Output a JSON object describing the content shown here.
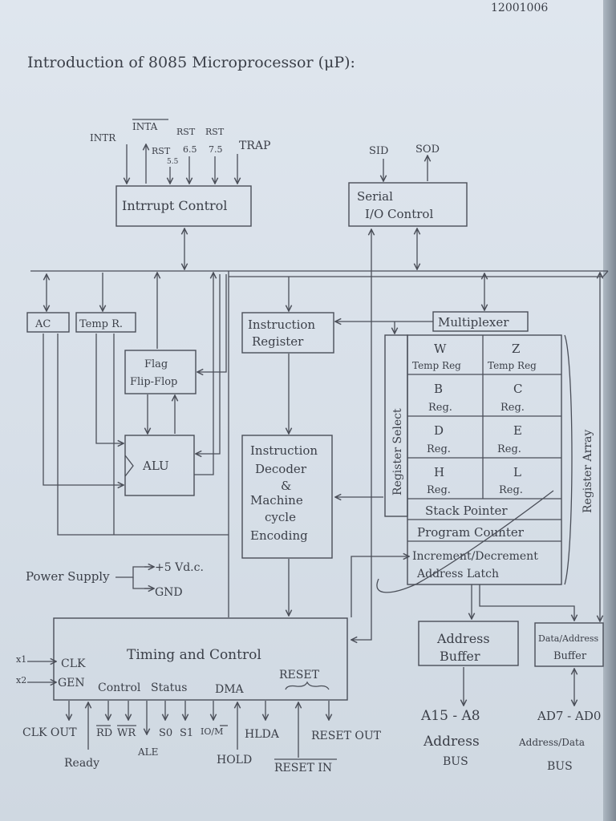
{
  "page_number": "12001006",
  "title": "Introduction of 8085 Microprocessor (μP):",
  "interrupt_signals": {
    "intr": "INTR",
    "inta": "INTA",
    "rst55_top": "RST",
    "rst55_bottom": "5.5",
    "rst65_top": "RST",
    "rst65_bottom": "6.5",
    "rst75_top": "RST",
    "rst75_bottom": "7.5",
    "trap": "TRAP"
  },
  "serial_signals": {
    "sid": "SID",
    "sod": "SOD"
  },
  "blocks": {
    "interrupt_control": "Intrrupt Control",
    "serial_line1": "Serial",
    "serial_line2": "I/O Control",
    "ac": "AC",
    "temp_r": "Temp R.",
    "flag_line1": "Flag",
    "flag_line2": "Flip-Flop",
    "alu": "ALU",
    "ir_line1": "Instruction",
    "ir_line2": "Register",
    "decoder_lines": [
      "Instruction",
      "Decoder",
      "&",
      "Machine",
      "cycle",
      "Encoding"
    ],
    "multiplexer": "Multiplexer",
    "register_select": "Register Select",
    "register_array": "Register Array",
    "timing_control": "Timing and Control",
    "address_buffer_line1": "Address",
    "address_buffer_line2": "Buffer",
    "data_buffer_line1": "Data/Address",
    "data_buffer_line2": "Buffer"
  },
  "registers": {
    "cells": [
      [
        "W",
        "Temp Reg",
        "Z",
        "Temp Reg"
      ],
      [
        "B",
        "Reg.",
        "C",
        "Reg."
      ],
      [
        "D",
        "Reg.",
        "E",
        "Reg."
      ],
      [
        "H",
        "Reg.",
        "L",
        "Reg."
      ]
    ],
    "stack_pointer": "Stack Pointer",
    "program_counter": "Program Counter",
    "latch_line1": "Increment/Decrement",
    "latch_line2": "Address Latch"
  },
  "power": {
    "label": "Power Supply",
    "plus": "+5 Vd.c.",
    "gnd": "GND"
  },
  "timing_labels": {
    "x1": "x1",
    "x2": "x2",
    "clk": "CLK",
    "gen": "GEN",
    "control": "Control",
    "status": "Status",
    "dma": "DMA",
    "reset": "RESET"
  },
  "timing_signals": {
    "clk_out": "CLK OUT",
    "ready": "Ready",
    "rd": "RD",
    "wr": "WR",
    "ale": "ALE",
    "s0": "S0",
    "s1": "S1",
    "io_m": "IO/M",
    "hold": "HOLD",
    "hlda": "HLDA",
    "reset_in": "RESET IN",
    "reset_out": "RESET OUT"
  },
  "buses": {
    "address_line1": "A15 - A8",
    "address_line2": "Address",
    "address_line3": "BUS",
    "data_line1": "AD7 - AD0",
    "data_line2": "Address/Data",
    "data_line3": "BUS"
  }
}
